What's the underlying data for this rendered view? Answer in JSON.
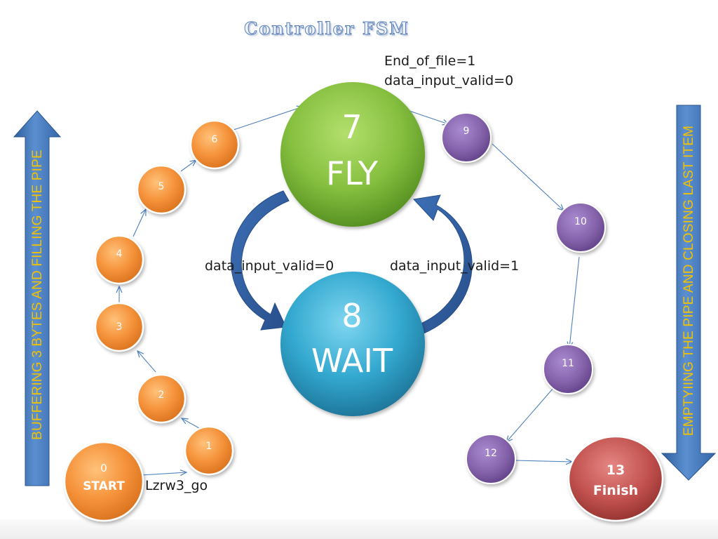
{
  "title": "Controller FSM",
  "states": {
    "s0_num": "0",
    "s0_name": "START",
    "s1": "1",
    "s2": "2",
    "s3": "3",
    "s4": "4",
    "s5": "5",
    "s6": "6",
    "s7_num": "7",
    "s7_name": "FLY",
    "s8_num": "8",
    "s8_name": "WAIT",
    "s9": "9",
    "s10": "10",
    "s11": "11",
    "s12": "12",
    "s13_num": "13",
    "s13_name": "Finish"
  },
  "transitions": {
    "start_label": "Lzrw3_go",
    "eof_line1": "End_of_file=1",
    "eof_line2": "data_input_valid=0",
    "to_wait": "data_input_valid=0",
    "to_fly": "data_input_valid=1"
  },
  "side_labels": {
    "left": "BUFFERING 3 BYTES AND FILLING THE PIPE",
    "right": "EMPTYIING THE PIPE AND CLOSING LAST ITEM"
  },
  "colors": {
    "orange": "#f5923a",
    "purple": "#8a66b0",
    "green": "#7fba3b",
    "teal": "#2fa0c6",
    "red": "#c0504d",
    "arrow_blue": "#3d6fb6",
    "label_yellow": "#f2c200"
  }
}
